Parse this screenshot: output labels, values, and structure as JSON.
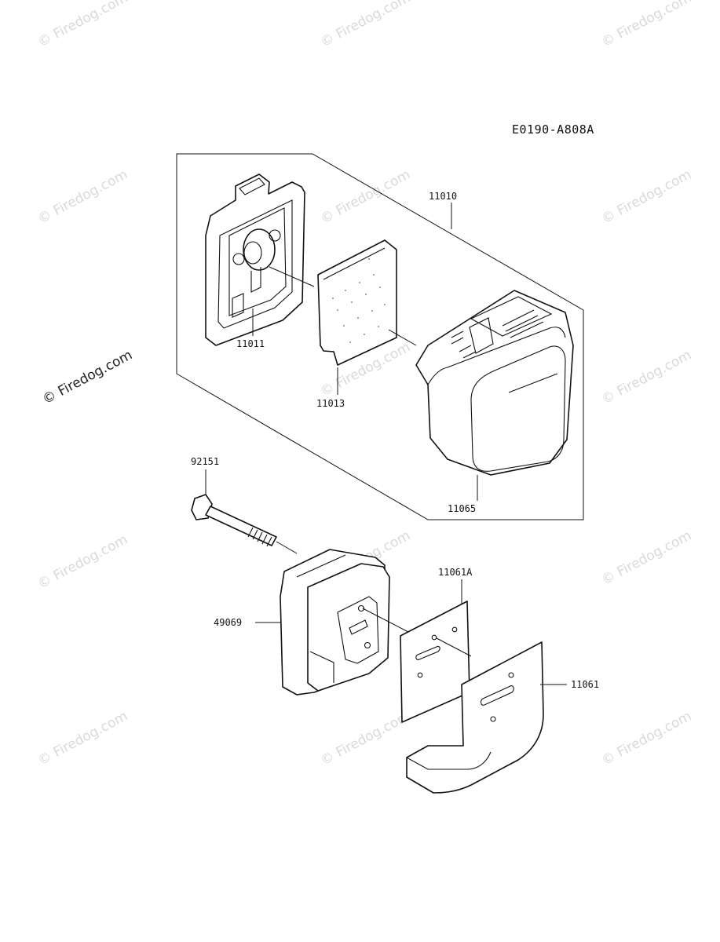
{
  "diagram": {
    "code": "E0190-A808A",
    "parts": {
      "assembly": "11010",
      "case": "11011",
      "element": "11013",
      "cover": "11065",
      "bolt": "92151",
      "muffler": "49069",
      "gasket": "11061A",
      "plate": "11061"
    }
  },
  "watermark": {
    "text": "Firedog.com",
    "symbol": "©"
  }
}
